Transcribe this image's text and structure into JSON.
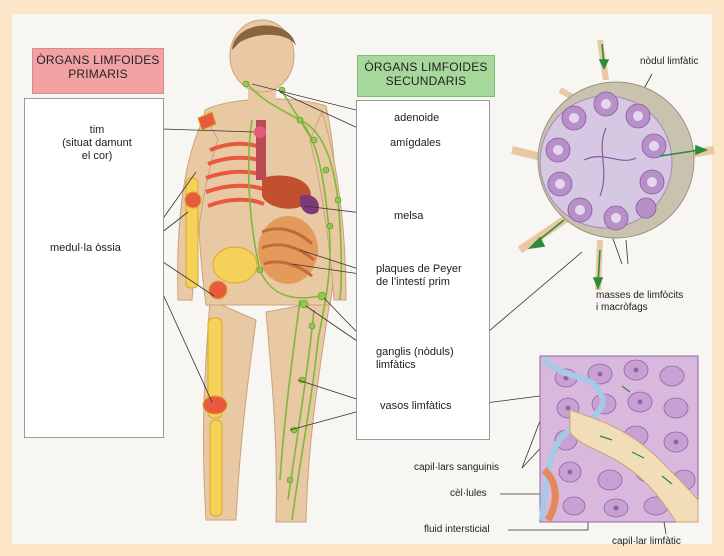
{
  "headers": {
    "primary": [
      "ÒRGANS LIMFOIDES",
      "PRIMARIS"
    ],
    "secondary": [
      "ÒRGANS LIMFOIDES",
      "SECUNDARIS"
    ]
  },
  "labels": {
    "tim": [
      "tim",
      "(situat damunt",
      "el cor)"
    ],
    "medula_ossia": "medul·la òssia",
    "adenoide": "adenoide",
    "amigdales": "amígdales",
    "melsa": "melsa",
    "plaques_peyer": [
      "plaques de Peyer",
      "de l’intestí prim"
    ],
    "ganglis": [
      "ganglis (nòduls)",
      "limfàtics"
    ],
    "vasos": "vasos limfàtics",
    "nodul": "nòdul limfàtic",
    "masses": [
      "masses de limfòcits",
      "i macròfags"
    ],
    "capil_sanguinis": "capil·lars sanguinis",
    "cel_lules": "cèl·lules",
    "fluid": "fluid intersticial",
    "capil_limfatic": "capil·lar limfàtic"
  },
  "colors": {
    "background": "#fde6c8",
    "primary_header": "#f3a2a3",
    "secondary_header": "#a6d89c",
    "skin": "#e9c9a3",
    "bone": "#f5d15a",
    "lymph": "#7fb83a",
    "node_purple": "#b890c8"
  }
}
